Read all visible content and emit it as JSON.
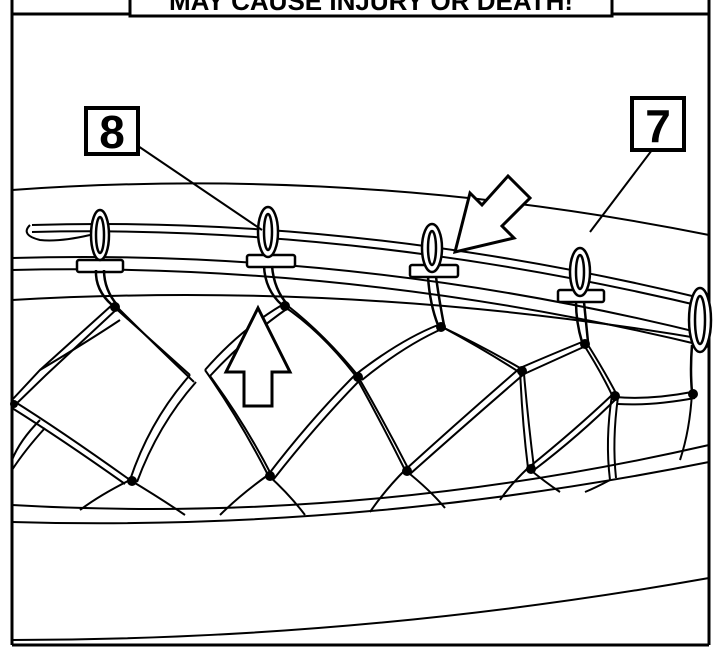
{
  "warning_banner": {
    "text": "MAY CAUSE INJURY OR DEATH!"
  },
  "callouts": [
    {
      "id": "callout-8",
      "label": "8"
    },
    {
      "id": "callout-7",
      "label": "7"
    }
  ],
  "colors": {
    "ink": "#000000",
    "paper": "#ffffff"
  }
}
